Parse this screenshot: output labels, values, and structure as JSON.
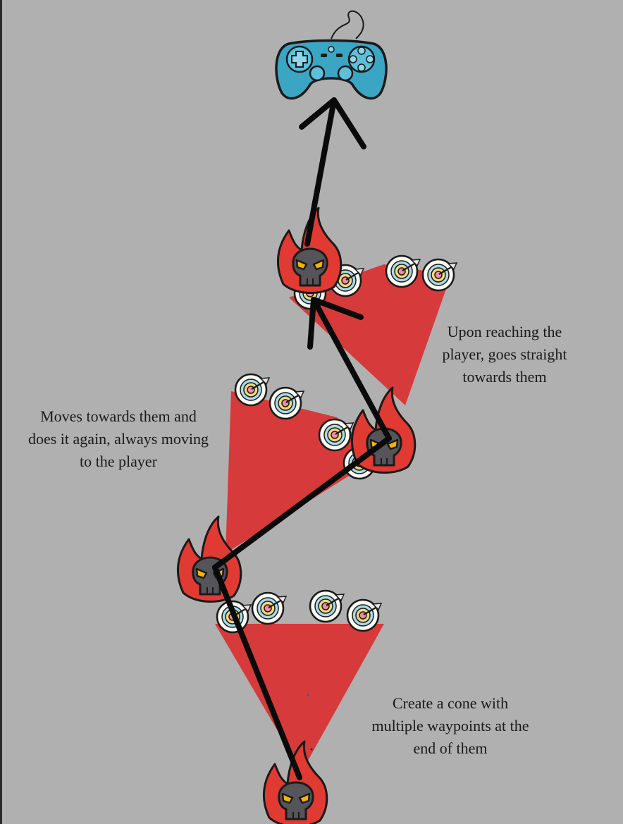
{
  "captions": {
    "top_right": [
      "Upon reaching the",
      "player, goes straight",
      "towards them"
    ],
    "middle_left": [
      "Moves towards them and",
      "does it again, always moving",
      "to the player"
    ],
    "bottom_right": [
      "Create a cone with",
      "multiple waypoints at the",
      "end of them"
    ]
  },
  "icons": {
    "player": "gamepad-icon",
    "enemy": "flaming-skull-icon",
    "waypoint": "target-with-arrow-icon"
  },
  "colors": {
    "background": "#b0b0b0",
    "cone": "#d63a3a",
    "path": "#0a0a0a",
    "gamepad": "#3aa6c4",
    "flame": "#e03a32",
    "skull": "#545459",
    "eyes": "#f6b400"
  }
}
